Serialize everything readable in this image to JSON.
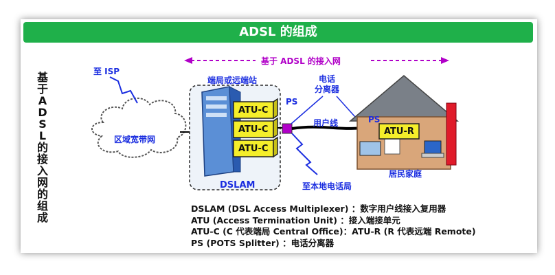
{
  "header": {
    "title": "ADSL 的组成"
  },
  "side_title": "基于 ADSL 的接入网的组成",
  "diagram": {
    "span_label": "基于 ADSL 的接入网",
    "to_isp": "至 ISP",
    "cloud": "区域宽带网",
    "station": "端局或远端站",
    "atu_c": "ATU-C",
    "dslam": "DSLAM",
    "ps_left": "PS",
    "splitter": "电话\n分离器",
    "user_line": "用户线",
    "local_office": "至本地电话局",
    "ps_right": "PS",
    "atu_r": "ATU-R",
    "home": "居民家庭"
  },
  "definitions": [
    "DSLAM (DSL Access Multiplexer) ：数字用户线接入复用器",
    "ATU (Access Termination Unit) ：接入端接单元",
    "ATU-C (C 代表端局 Central Office)：ATU-R (R 代表远端 Remote)",
    "PS (POTS Splitter) ：电话分离器"
  ],
  "colors": {
    "title_bar": "#1fb04a",
    "label_blue": "#1b2ee0",
    "arrow_magenta": "#b100c8",
    "atu_yellow": "#f5ee2a",
    "house_wall": "#d9a67a",
    "roof": "#7a8088"
  }
}
